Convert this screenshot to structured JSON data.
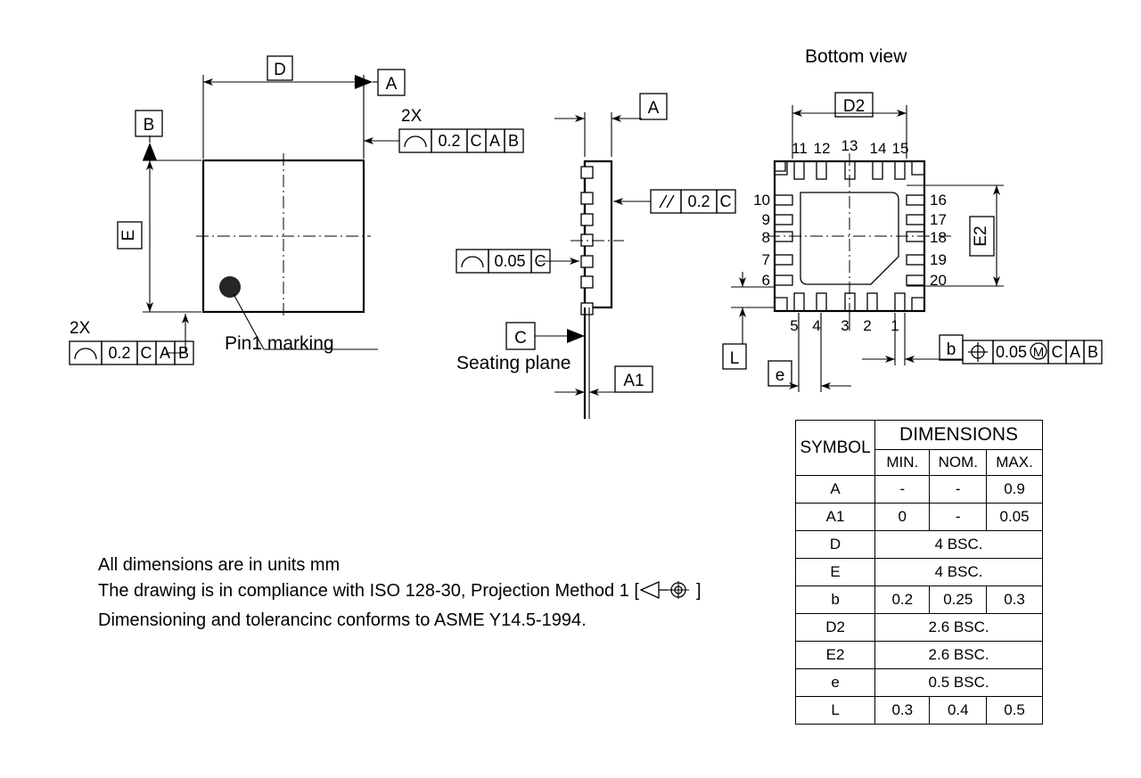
{
  "views": {
    "top": {
      "dim_d_label": "D",
      "dim_e_label": "E",
      "datum_a_label": "A",
      "datum_b_label": "B",
      "pin1_label": "Pin1 marking",
      "multiplier_top": "2X",
      "multiplier_bottom": "2X",
      "fcf_top": {
        "symbol": "profile-of-surface",
        "tolerance": "0.2",
        "datums": [
          "C",
          "A",
          "B"
        ]
      },
      "fcf_bottom": {
        "symbol": "profile-of-surface",
        "tolerance": "0.2",
        "datums": [
          "C",
          "A",
          "B"
        ]
      }
    },
    "side": {
      "dim_a_label": "A",
      "dim_a1_label": "A1",
      "datum_c_label": "C",
      "seating_plane_label": "Seating plane",
      "fcf_parallel": {
        "symbol": "parallelism",
        "tolerance": "0.2",
        "datums": [
          "C"
        ]
      },
      "fcf_profile": {
        "symbol": "profile-of-surface",
        "tolerance": "0.05",
        "datums": [
          "C"
        ]
      }
    },
    "bottom": {
      "title": "Bottom view",
      "dim_d2_label": "D2",
      "dim_e2_label": "E2",
      "dim_b_label": "b",
      "dim_e_label": "e",
      "dim_l_label": "L",
      "fcf_position": {
        "symbol": "true-position",
        "tolerance": "0.05",
        "modifier": "M",
        "datums": [
          "C",
          "A",
          "B"
        ]
      },
      "pins_top": [
        "11",
        "12",
        "13",
        "14",
        "15"
      ],
      "pins_left": [
        "10",
        "9",
        "8",
        "7",
        "6"
      ],
      "pins_right": [
        "16",
        "17",
        "18",
        "19",
        "20"
      ],
      "pins_bottom": [
        "5",
        "4",
        "3",
        "2",
        "1"
      ]
    }
  },
  "table": {
    "symbol_header": "SYMBOL",
    "dimensions_header": "DIMENSIONS",
    "sub_headers": [
      "MIN.",
      "NOM.",
      "MAX."
    ],
    "rows": [
      {
        "symbol": "A",
        "span": false,
        "min": "-",
        "nom": "-",
        "max": "0.9"
      },
      {
        "symbol": "A1",
        "span": false,
        "min": "0",
        "nom": "-",
        "max": "0.05"
      },
      {
        "symbol": "D",
        "span": true,
        "value": "4 BSC."
      },
      {
        "symbol": "E",
        "span": true,
        "value": "4 BSC."
      },
      {
        "symbol": "b",
        "span": false,
        "min": "0.2",
        "nom": "0.25",
        "max": "0.3"
      },
      {
        "symbol": "D2",
        "span": true,
        "value": "2.6 BSC."
      },
      {
        "symbol": "E2",
        "span": true,
        "value": "2.6 BSC."
      },
      {
        "symbol": "e",
        "span": true,
        "value": "0.5 BSC."
      },
      {
        "symbol": "L",
        "span": false,
        "min": "0.3",
        "nom": "0.4",
        "max": "0.5"
      }
    ]
  },
  "notes": {
    "line1": "All dimensions are in units mm",
    "line2_a": "The drawing is in compliance with ISO 128-30, Projection Method 1 [",
    "line2_b": "]",
    "line3": "Dimensioning and tolerancinc conforms to ASME Y14.5-1994."
  },
  "colors": {
    "line": "#000000",
    "background": "#ffffff",
    "pin1_dot": "#262626"
  }
}
